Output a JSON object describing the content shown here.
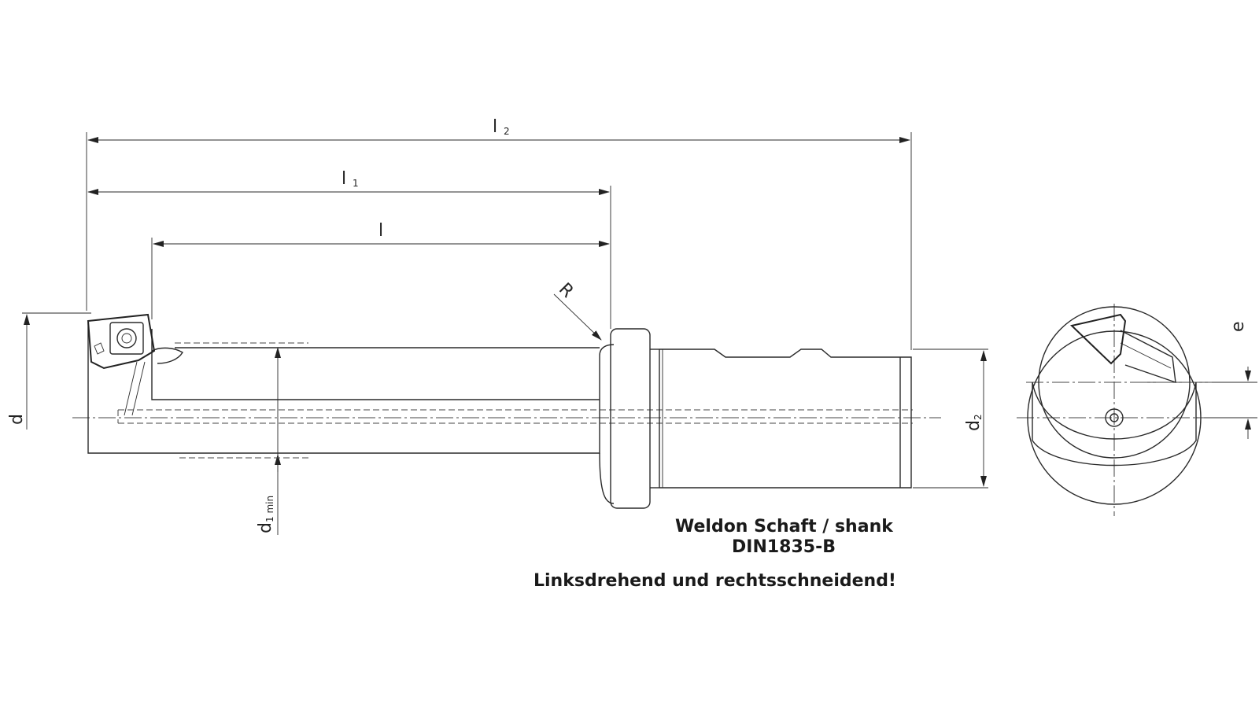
{
  "dimensions": {
    "l2": {
      "main": "l",
      "sub": "2"
    },
    "l1": {
      "main": "l",
      "sub": "1"
    },
    "l": {
      "main": "l"
    },
    "R": {
      "main": "R"
    },
    "d": {
      "main": "d"
    },
    "d1min": {
      "main": "d",
      "sub": "1 min"
    },
    "d2": {
      "main": "d",
      "sub": "2"
    },
    "e": {
      "main": "e"
    }
  },
  "notes": {
    "shank_line1": "Weldon Schaft / shank",
    "shank_line2": "DIN1835-B",
    "rotation": "Linksdrehend und rechtsschneidend!"
  }
}
